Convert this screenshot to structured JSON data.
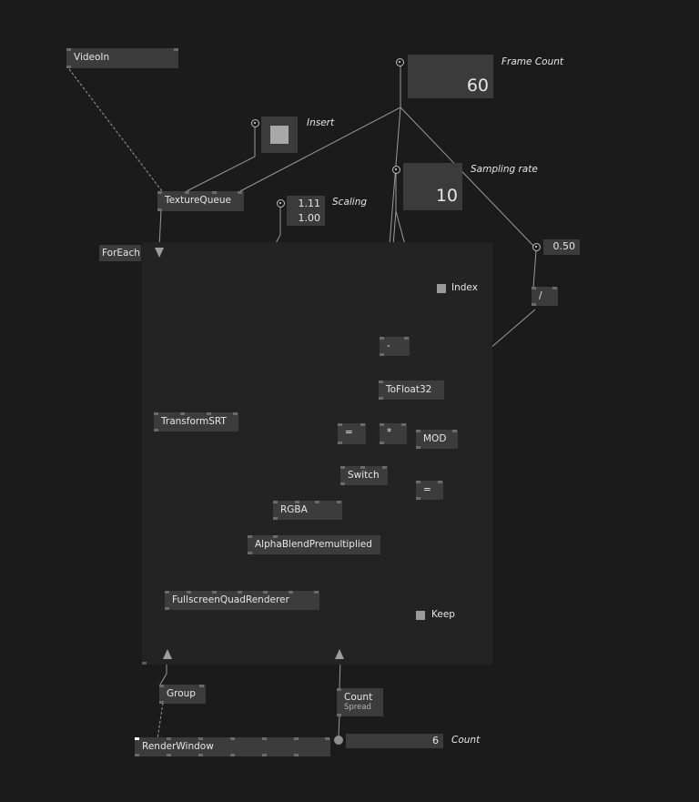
{
  "region": {
    "name": "ForEach"
  },
  "nodes": {
    "videoin": "VideoIn",
    "texturequeue": "TextureQueue",
    "transformsrt": "TransformSRT",
    "fullscreenquad": "FullscreenQuadRenderer",
    "group": "Group",
    "renderwindow": "RenderWindow",
    "count": "Count",
    "count_sub": "Spread",
    "rgba": "RGBA",
    "alphablend": "AlphaBlendPremultiplied",
    "switch": "Switch",
    "eq1": "=",
    "mul": "*",
    "mod": "MOD",
    "eq2": "=",
    "minus": "-",
    "tofloat": "ToFloat32",
    "div": "/"
  },
  "io": {
    "frame_count": {
      "label": "Frame Count",
      "value": "60"
    },
    "insert": {
      "label": "Insert"
    },
    "sampling_rate": {
      "label": "Sampling rate",
      "value": "10"
    },
    "scaling": {
      "label": "Scaling",
      "value_x": "1.11",
      "value_y": "1.00"
    },
    "half": {
      "value": "0.50"
    },
    "index": {
      "label": "Index"
    },
    "keep": {
      "label": "Keep"
    },
    "count_out": {
      "label": "Count",
      "value": "6"
    }
  },
  "colors": {
    "background": "#1b1b1b",
    "region": "#232323",
    "node": "#3c3c3c",
    "link": "#9a9a9a",
    "highlight": "#d99a12"
  }
}
